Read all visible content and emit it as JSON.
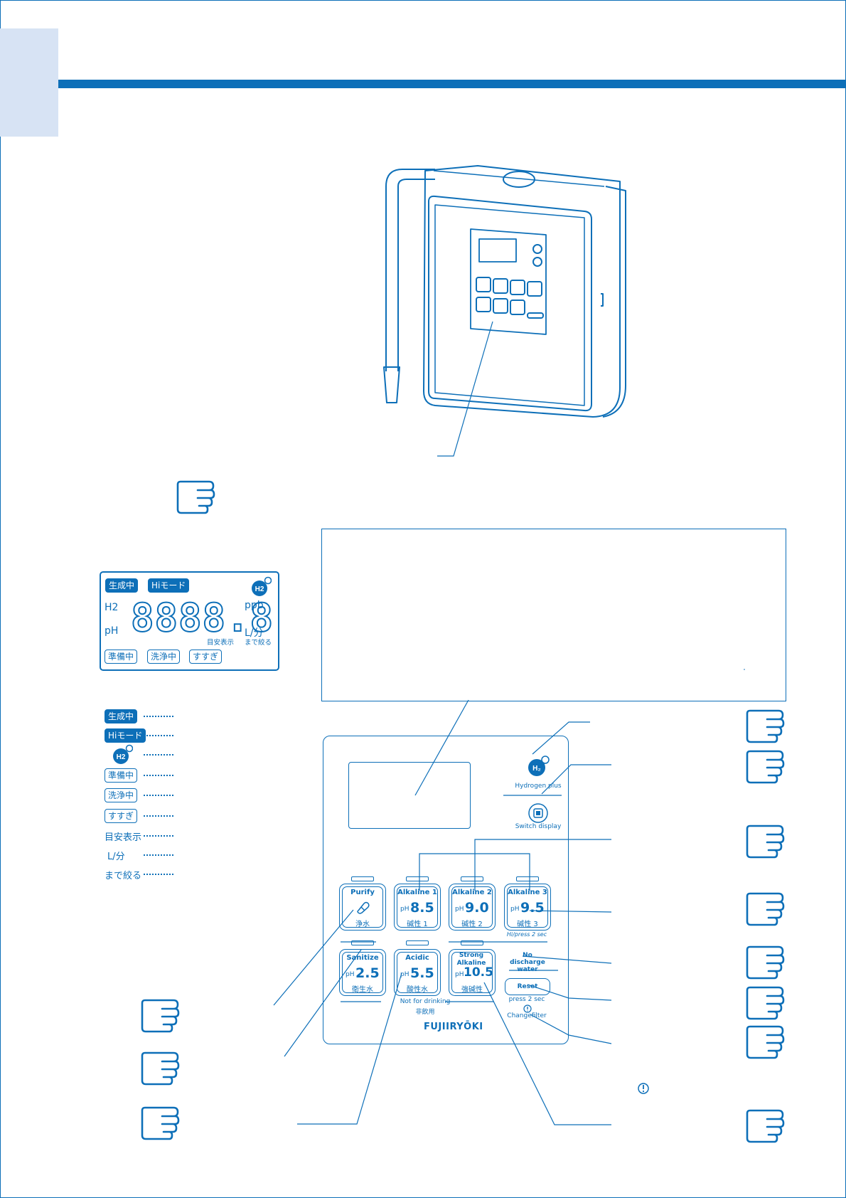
{
  "lcd": {
    "tag_generating": "生成中",
    "tag_hi_mode": "Hiモード",
    "h2_badge": "H2",
    "label_h2": "H2",
    "label_ph": "pH",
    "digits": "8888.8",
    "unit_ppb": "ppb",
    "unit_lmin": "L/分",
    "guide_display": "目安表示",
    "throttle": "まで絞る",
    "tag_preparing": "準備中",
    "tag_cleaning": "洗浄中",
    "tag_rinsing": "すすぎ"
  },
  "legend": {
    "items": [
      "生成中",
      "Hiモード",
      "H2",
      "準備中",
      "洗浄中",
      "すすぎ",
      "目安表示",
      "L/分",
      "まで絞る"
    ]
  },
  "panel": {
    "hydrogen_plus": "Hydrogen plus",
    "switch_display": "Switch display",
    "buttons_row1": [
      {
        "title": "Purify",
        "ph_label": "",
        "value": "",
        "jp": "浄水"
      },
      {
        "title": "Alkaline 1",
        "ph_label": "pH",
        "value": "8.5",
        "jp": "碱性 1"
      },
      {
        "title": "Alkaline 2",
        "ph_label": "pH",
        "value": "9.0",
        "jp": "碱性 2"
      },
      {
        "title": "Alkaline 3",
        "ph_label": "pH",
        "value": "9.5",
        "jp": "碱性 3"
      }
    ],
    "hi_press": "Hi/press 2 sec",
    "buttons_row2": [
      {
        "title": "Sanitize",
        "ph_label": "pH",
        "value": "2.5",
        "jp": "衛生水"
      },
      {
        "title": "Acidic",
        "ph_label": "pH",
        "value": "5.5",
        "jp": "酸性水"
      },
      {
        "title": "Strong Alkaline",
        "ph_label": "pH",
        "value": "10.5",
        "jp": "強碱性"
      }
    ],
    "no_discharge": "No discharge water",
    "reset": "Reset",
    "press_2_sec": "press 2 sec",
    "change_filter": "Changefilter",
    "not_for_drinking": "Not for drinking",
    "not_for_drinking_jp": "非飲用",
    "brand": "FUJIIRYŌKI"
  },
  "colors": {
    "accent": "#0d6fb8",
    "tab_fill": "#d7e3f4"
  },
  "icons": [
    "pointing-hand-icon",
    "h2-bubble-icon",
    "switch-display-icon",
    "filter-alert-icon",
    "purify-capsule-icon"
  ]
}
